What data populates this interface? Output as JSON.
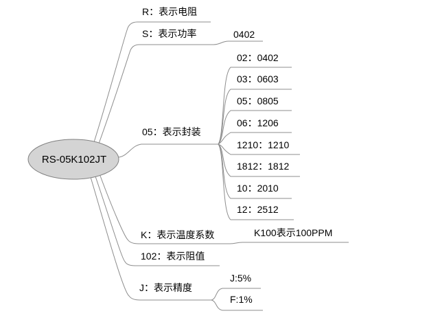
{
  "root": {
    "label": "RS-05K102JT"
  },
  "branches": [
    {
      "label": "R：表示电阻",
      "children": []
    },
    {
      "label": "S：表示功率",
      "children": [
        {
          "label": "0402"
        }
      ]
    },
    {
      "label": "05：表示封装",
      "children": [
        {
          "label": "02：0402"
        },
        {
          "label": "03：0603"
        },
        {
          "label": "05：0805"
        },
        {
          "label": "06：1206"
        },
        {
          "label": "1210：1210"
        },
        {
          "label": "1812：1812"
        },
        {
          "label": "10：2010"
        },
        {
          "label": "12：2512"
        }
      ]
    },
    {
      "label": "K：表示温度系数",
      "children": [
        {
          "label": "K100表示100PPM"
        }
      ]
    },
    {
      "label": "102：表示阻值",
      "children": []
    },
    {
      "label": "J：表示精度",
      "children": [
        {
          "label": "J:5%"
        },
        {
          "label": "F:1%"
        }
      ]
    }
  ],
  "colors": {
    "background": "#ffffff",
    "line": "#8c8c8c",
    "node_fill": "#d4d4d4",
    "node_border": "#7f7f7f",
    "text": "#000000"
  }
}
